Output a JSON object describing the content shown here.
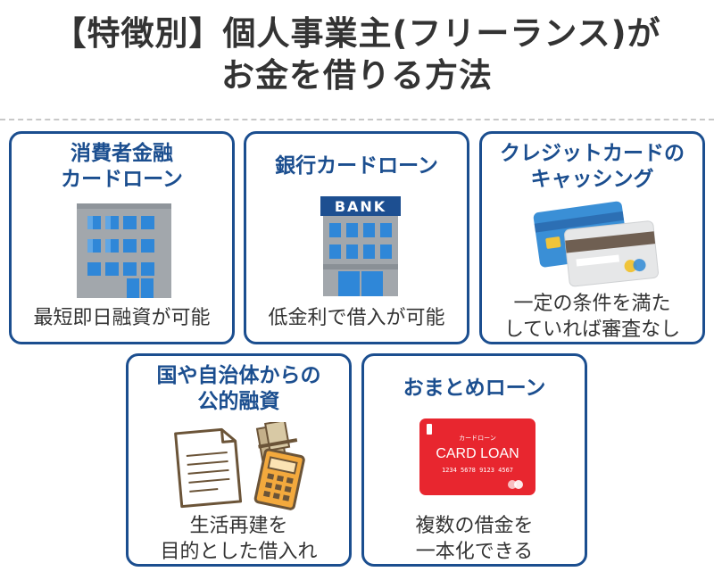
{
  "header": {
    "title_line1": "【特徴別】個人事業主(フリーランス)が",
    "title_line2": "お金を借りる方法"
  },
  "cards": [
    {
      "heading_line1": "消費者金融",
      "heading_line2": "カードローン",
      "desc_line1": "最短即日融資が可能",
      "icon": "office-building-icon"
    },
    {
      "heading_line1": "銀行カードローン",
      "sign": "BANK",
      "desc_line1": "低金利で借入が可能",
      "icon": "bank-building-icon"
    },
    {
      "heading_line1": "クレジットカードの",
      "heading_line2": "キャッシング",
      "desc_line1": "一定の条件を満た",
      "desc_line2": "していれば審査なし",
      "icon": "credit-cards-icon"
    },
    {
      "heading_line1": "国や自治体からの",
      "heading_line2": "公的融資",
      "desc_line1": "生活再建を",
      "desc_line2": "目的とした借入れ",
      "icon": "documents-and-calculator-icon"
    },
    {
      "heading_line1": "おまとめローン",
      "card_small": "カードローン",
      "card_main": "CARD LOAN",
      "card_number": "1234  5678  9123  4567",
      "desc_line1": "複数の借金を",
      "desc_line2": "一本化できる",
      "icon": "loan-card-icon"
    }
  ],
  "colors": {
    "border": "#1b4e8f",
    "heading": "#1b4e8f",
    "text": "#333333",
    "building_gray": "#a2a7ac",
    "window_blue": "#2f87d8",
    "card_red": "#e8262f"
  }
}
